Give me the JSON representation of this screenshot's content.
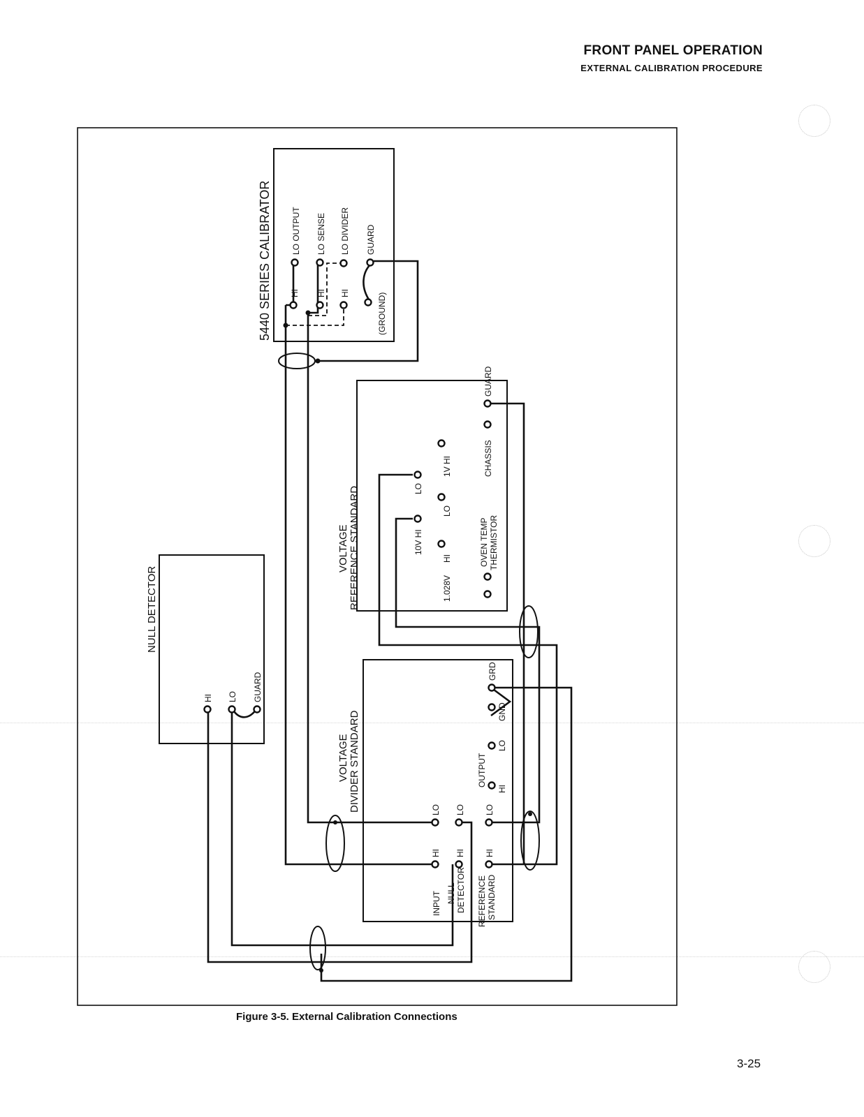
{
  "header": {
    "title": "FRONT PANEL OPERATION",
    "subtitle": "EXTERNAL CALIBRATION PROCEDURE"
  },
  "figure": {
    "caption": "Figure 3-5. External Calibration Connections",
    "calibrator": {
      "name": "5440 SERIES CALIBRATOR",
      "terminals": {
        "output_hi": "HI",
        "output_lo": "LO OUTPUT",
        "sense_hi": "HI",
        "sense_lo": "LO SENSE",
        "divider_hi": "HI",
        "divider_lo": "LO DIVIDER",
        "guard": "GUARD",
        "ground": "(GROUND)"
      }
    },
    "reference_standard": {
      "name_line1": "VOLTAGE",
      "name_line2": "REFERENCE STANDARD",
      "terminals": {
        "v10_hi": "10V HI",
        "v10_lo": "LO",
        "v1028": "1.028V",
        "hi": "HI",
        "lo": "LO",
        "v1_hi": "1V HI",
        "oven_line1": "OVEN TEMP",
        "oven_line2": "THERMISTOR",
        "chassis": "CHASSIS",
        "guard": "GUARD"
      }
    },
    "null_detector": {
      "name": "NULL DETECTOR",
      "terminals": {
        "hi": "HI",
        "lo": "LO",
        "guard": "GUARD"
      }
    },
    "divider_standard": {
      "name_line1": "VOLTAGE",
      "name_line2": "DIVIDER STANDARD",
      "terminals": {
        "input": "INPUT",
        "input_hi": "HI",
        "input_lo": "LO",
        "null_line1": "NULL",
        "null_line2": "DETECTOR",
        "null_hi": "HI",
        "null_lo": "LO",
        "ref_line1": "REFERENCE",
        "ref_line2": "STANDARD",
        "ref_hi": "HI",
        "ref_lo": "LO",
        "output": "OUTPUT",
        "out_hi": "HI",
        "out_lo": "LO",
        "grd": "GRD",
        "gnd": "GND"
      }
    }
  },
  "page_number": "3-25"
}
